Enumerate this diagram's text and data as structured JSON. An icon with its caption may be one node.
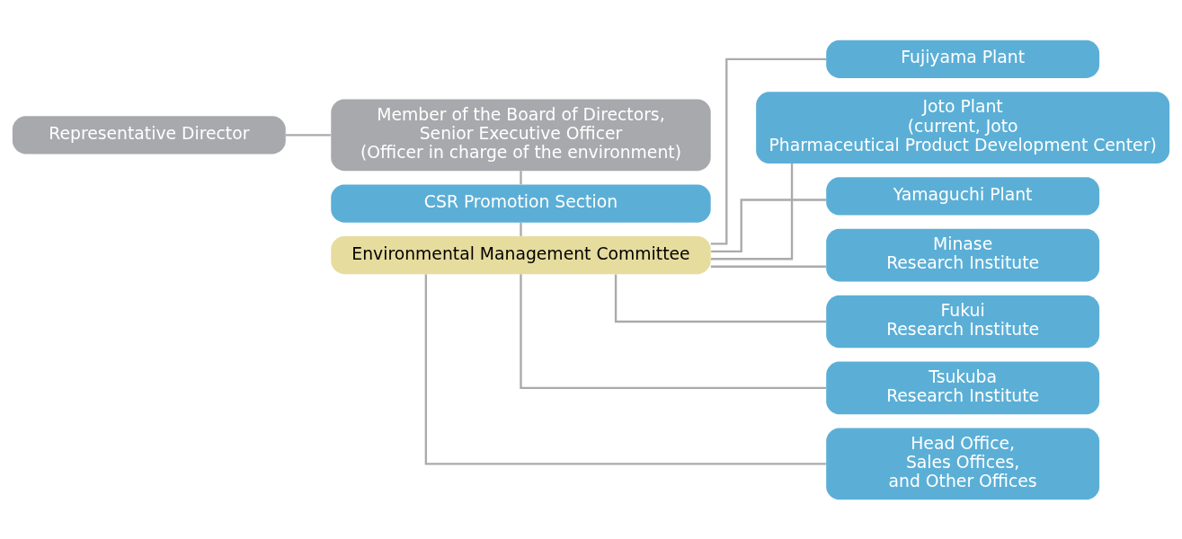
{
  "diagram": {
    "nodes": [
      {
        "text": [
          "Representative Director"
        ]
      },
      {
        "text": [
          "Member of the Board of Directors, Senior Executive Officer (Officer in charge of the environment)"
        ]
      },
      {
        "text": [
          "CSR Promotion Section"
        ]
      },
      {
        "text": [
          "Environmental Management Committee"
        ]
      },
      {
        "text": [
          "Fujiyama Plant"
        ]
      },
      {
        "text": [
          "Joto Plant (current, Joto Pharmaceutical Product Development Center)"
        ]
      },
      {
        "text": [
          "Yamaguchi Plant"
        ]
      },
      {
        "text": [
          "Minase Research Institute"
        ]
      },
      {
        "text": [
          "Fukui Research Institute"
        ]
      },
      {
        "text": [
          "Tsukuba Research Institute"
        ]
      },
      {
        "text": [
          "Head Office, Sales Offices, and Other Offices"
        ]
      }
    ],
    "edges": [
      {
        "from": 0,
        "to": 1,
        "arrow": "none"
      },
      {
        "from": 1,
        "to": 2,
        "arrow": "none"
      },
      {
        "from": 2,
        "to": 3,
        "arrow": "none"
      },
      {
        "from": 3,
        "to": 4,
        "arrow": "none"
      },
      {
        "from": 3,
        "to": 5,
        "arrow": "none"
      },
      {
        "from": 3,
        "to": 6,
        "arrow": "none"
      },
      {
        "from": 3,
        "to": 7,
        "arrow": "none"
      },
      {
        "from": 3,
        "to": 8,
        "arrow": "none"
      },
      {
        "from": 3,
        "to": 9,
        "arrow": "none"
      },
      {
        "from": 3,
        "to": 10,
        "arrow": "none"
      }
    ]
  }
}
